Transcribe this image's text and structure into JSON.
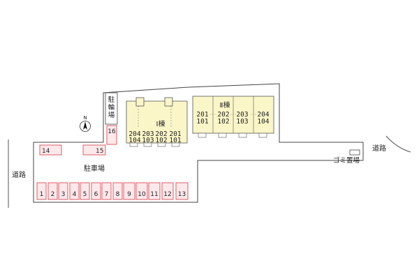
{
  "labels": {
    "road_left": "道路",
    "road_right": "道路",
    "parking_lot": "駐車場",
    "bicycle_parking": "駐輪場",
    "garbage": "ゴミ置場",
    "building_1": "Ⅰ棟",
    "building_2": "Ⅱ棟",
    "north": "N"
  },
  "parking_bottom": [
    "1",
    "2",
    "3",
    "4",
    "5",
    "6",
    "7",
    "8",
    "9",
    "10",
    "11",
    "12",
    "13"
  ],
  "parking_upper": [
    "14",
    "15"
  ],
  "parking_side": "16",
  "building_1_rooms": [
    {
      "top": "204",
      "bottom": "104"
    },
    {
      "top": "203",
      "bottom": "103"
    },
    {
      "top": "202",
      "bottom": "102"
    },
    {
      "top": "201",
      "bottom": "101"
    }
  ],
  "building_2_rooms": [
    {
      "top": "201",
      "bottom": "101"
    },
    {
      "top": "202",
      "bottom": "102"
    },
    {
      "top": "203",
      "bottom": "103"
    },
    {
      "top": "204",
      "bottom": "104"
    }
  ],
  "colors": {
    "building_fill": "#fbf6c8",
    "spot_stroke": "#d9505a",
    "spot_fill": "#fde8ea",
    "outline": "#444444"
  }
}
